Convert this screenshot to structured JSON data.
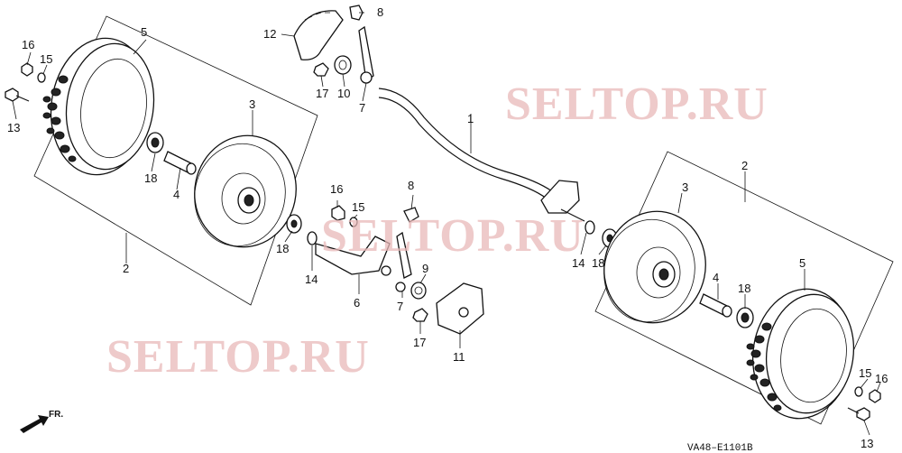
{
  "watermarks": [
    "SELTOP.RU",
    "SELTOP.RU",
    "SELTOP.RU"
  ],
  "direction_label": "FR.",
  "drawing_code": "VA48–E1101B",
  "callouts": {
    "c1": "1",
    "c2a": "2",
    "c2b": "2",
    "c3a": "3",
    "c3b": "3",
    "c4a": "4",
    "c4b": "4",
    "c5a": "5",
    "c5b": "5",
    "c6": "6",
    "c7a": "7",
    "c7b": "7",
    "c8a": "8",
    "c8b": "8",
    "c9": "9",
    "c10": "10",
    "c11": "11",
    "c12": "12",
    "c13a": "13",
    "c13b": "13",
    "c14a": "14",
    "c14b": "14",
    "c15a": "15",
    "c15b": "15",
    "c15c": "15",
    "c16a": "16",
    "c16b": "16",
    "c16c": "16",
    "c17a": "17",
    "c17b": "17",
    "c18a": "18",
    "c18b": "18",
    "c18c": "18",
    "c18d": "18"
  }
}
